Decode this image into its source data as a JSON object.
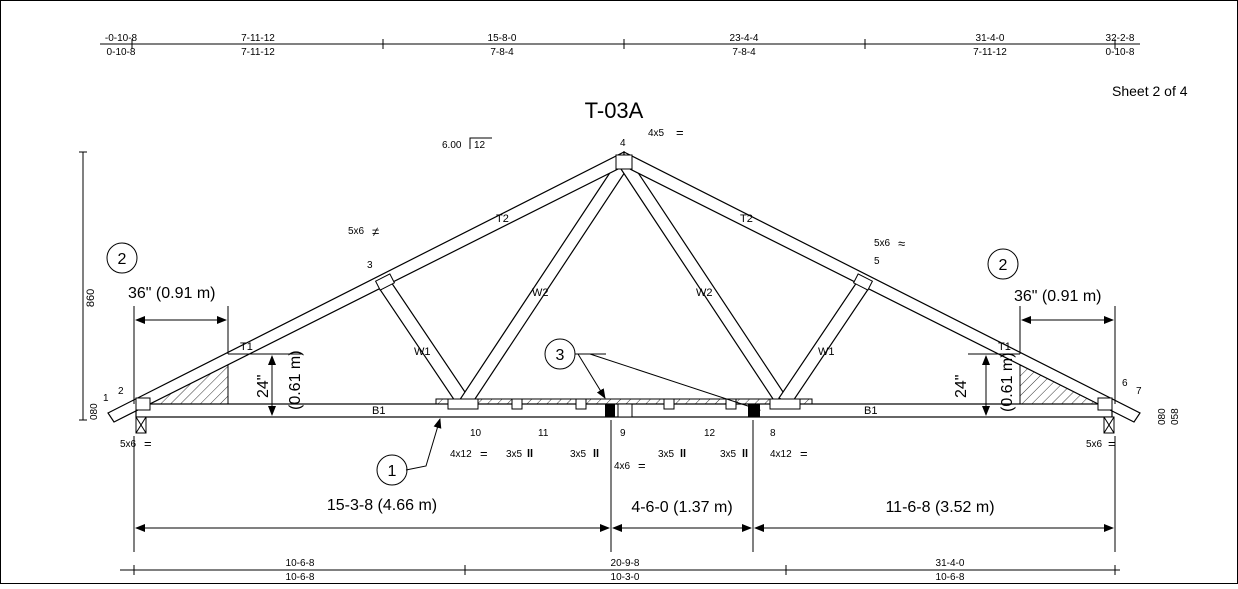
{
  "title": "T-03A",
  "sheet": "Sheet 2 of 4",
  "pitch": {
    "rise": "6.00",
    "run": "12"
  },
  "top_dims": [
    {
      "top": "-0-10-8",
      "bottom": "0-10-8"
    },
    {
      "top": "7-11-12",
      "bottom": "7-11-12"
    },
    {
      "top": "15-8-0",
      "bottom": "7-8-4"
    },
    {
      "top": "23-4-4",
      "bottom": "7-8-4"
    },
    {
      "top": "31-4-0",
      "bottom": "7-11-12"
    },
    {
      "top": "32-2-8",
      "bottom": "0-10-8"
    }
  ],
  "bottom_dims": [
    {
      "top": "10-6-8",
      "bottom": "10-6-8"
    },
    {
      "top": "20-9-8",
      "bottom": "10-3-0"
    },
    {
      "top": "31-4-0",
      "bottom": "10-6-8"
    }
  ],
  "height_dim": "860",
  "end_heights": {
    "left": "080",
    "right_a": "080",
    "right_b": "058"
  },
  "nodes": [
    "1",
    "2",
    "3",
    "4",
    "5",
    "6",
    "7",
    "8",
    "9",
    "10",
    "11",
    "12"
  ],
  "members": {
    "top_left": "T2",
    "top_right": "T2",
    "web_left": "W2",
    "web_right": "W2",
    "vert_left": "W1",
    "vert_right": "W1",
    "heel_left": "T1",
    "heel_right": "T1",
    "bot_left": "B1",
    "bot_right": "B1"
  },
  "plates": {
    "peak": "4x5",
    "left_mid": "5x6",
    "right_mid": "5x6",
    "left_heel": "5x6",
    "right_heel": "5x6",
    "n10": "4x12",
    "n11": "3x5",
    "n11b": "3x5",
    "n9": "4x6",
    "n12": "3x5",
    "n12b": "3x5",
    "n8": "4x12"
  },
  "callouts": {
    "c1": "1",
    "c2": "2",
    "c3": "3"
  },
  "overhang_left": "36\" (0.91 m)",
  "overhang_right": "36\" (0.91 m)",
  "vertical_left": "24\"",
  "vertical_left_m": "(0.61 m)",
  "vertical_right": "24\"",
  "vertical_right_m": "(0.61 m)",
  "span_dims": [
    "15-3-8 (4.66 m)",
    "4-6-0 (1.37 m)",
    "11-6-8 (3.52 m)"
  ]
}
